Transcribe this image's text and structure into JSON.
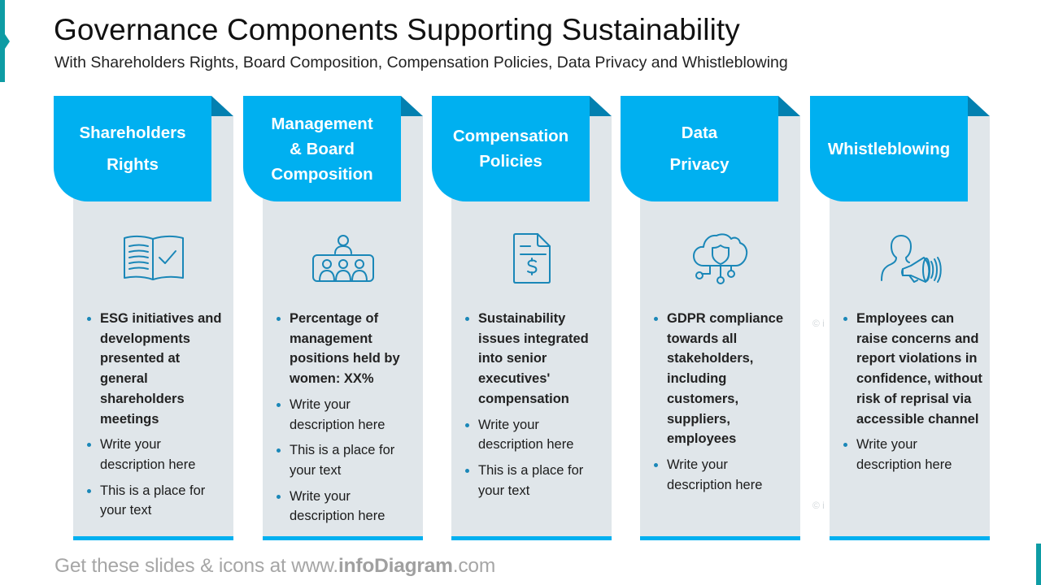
{
  "header": {
    "title": "Governance Components Supporting Sustainability",
    "subtitle": "With Shareholders Rights, Board Composition, Compensation Policies, Data Privacy and Whistleblowing"
  },
  "colors": {
    "accent": "#00b0f0",
    "fold": "#0380b0",
    "card_body": "#e0e6ea",
    "icon_stroke": "#1a87b8",
    "side_marker": "#0e9ca4"
  },
  "cards": [
    {
      "title_lines": [
        "Shareholders",
        "Rights"
      ],
      "icon": "open-book-checkmark-icon",
      "bullets": [
        {
          "text": "ESG initiatives and developments presented at general shareholders meetings",
          "bold": true
        },
        {
          "text": "Write your description here",
          "bold": false
        },
        {
          "text": "This is a place for your text",
          "bold": false
        }
      ]
    },
    {
      "title_lines": [
        "Management",
        "& Board",
        "Composition"
      ],
      "icon": "board-meeting-icon",
      "bullets": [
        {
          "text": "Percentage of management positions held by women: XX%",
          "bold": true
        },
        {
          "text": "Write your description here",
          "bold": false
        },
        {
          "text": "This is a place for your text",
          "bold": false
        },
        {
          "text": "Write your description here",
          "bold": false
        }
      ]
    },
    {
      "title_lines": [
        "Compensation",
        "Policies"
      ],
      "icon": "dollar-document-icon",
      "bullets": [
        {
          "text": "Sustainability issues integrated into senior executives' compensation",
          "bold": true
        },
        {
          "text": "Write your description here",
          "bold": false
        },
        {
          "text": "This is a place for your text",
          "bold": false
        }
      ]
    },
    {
      "title_lines": [
        "Data",
        "Privacy"
      ],
      "icon": "cloud-shield-network-icon",
      "bullets": [
        {
          "text": "GDPR compliance towards all stakeholders, including customers, suppliers, employees",
          "bold": true
        },
        {
          "text": "Write your description here",
          "bold": false
        }
      ]
    },
    {
      "title_lines": [
        "Whistleblowing"
      ],
      "icon": "person-megaphone-icon",
      "bullets": [
        {
          "text": "Employees can raise concerns and report violations in confidence, without risk of reprisal via accessible channel",
          "bold": true
        },
        {
          "text": "Write your description here",
          "bold": false
        }
      ]
    }
  ],
  "footer": {
    "prefix": "Get these slides & icons at www.",
    "brand": "infoDiagram",
    "suffix": ".com"
  },
  "watermark": "© i"
}
